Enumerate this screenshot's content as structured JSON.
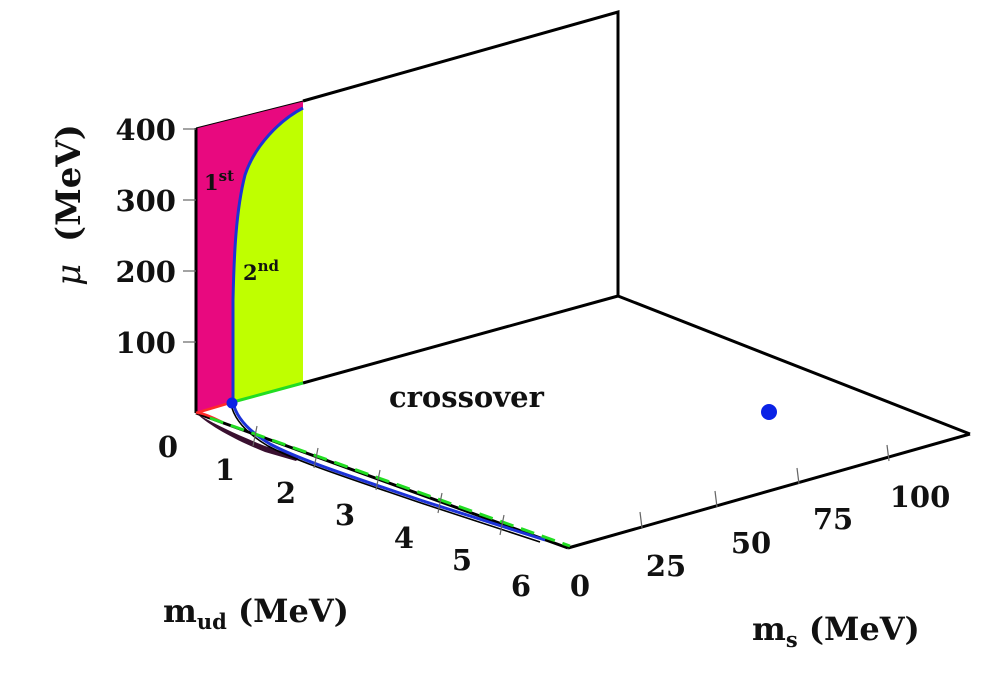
{
  "axes": {
    "mu": {
      "symbol": "μ",
      "unit": "(MeV)",
      "ticks": [
        "400",
        "300",
        "200",
        "100"
      ]
    },
    "mud": {
      "main": "m",
      "sub": "ud",
      "unit": " (MeV)",
      "ticks": [
        "0",
        "1",
        "2",
        "3",
        "4",
        "5",
        "6"
      ]
    },
    "ms": {
      "main": "m",
      "sub": "s",
      "unit": " (MeV)",
      "ticks": [
        "0",
        "25",
        "50",
        "75",
        "100"
      ]
    }
  },
  "regions": {
    "first": {
      "base": "1",
      "sup": "st",
      "color": "#e8097f"
    },
    "second": {
      "base": "2",
      "sup": "nd",
      "color": "#bfff00"
    },
    "crossover": "crossover"
  },
  "colors": {
    "boundary": "#1c32d8",
    "tricritical_point": "#0a22e6",
    "dashed_line": "#22dd22",
    "critical_line_base": "#ff2a2a"
  }
}
